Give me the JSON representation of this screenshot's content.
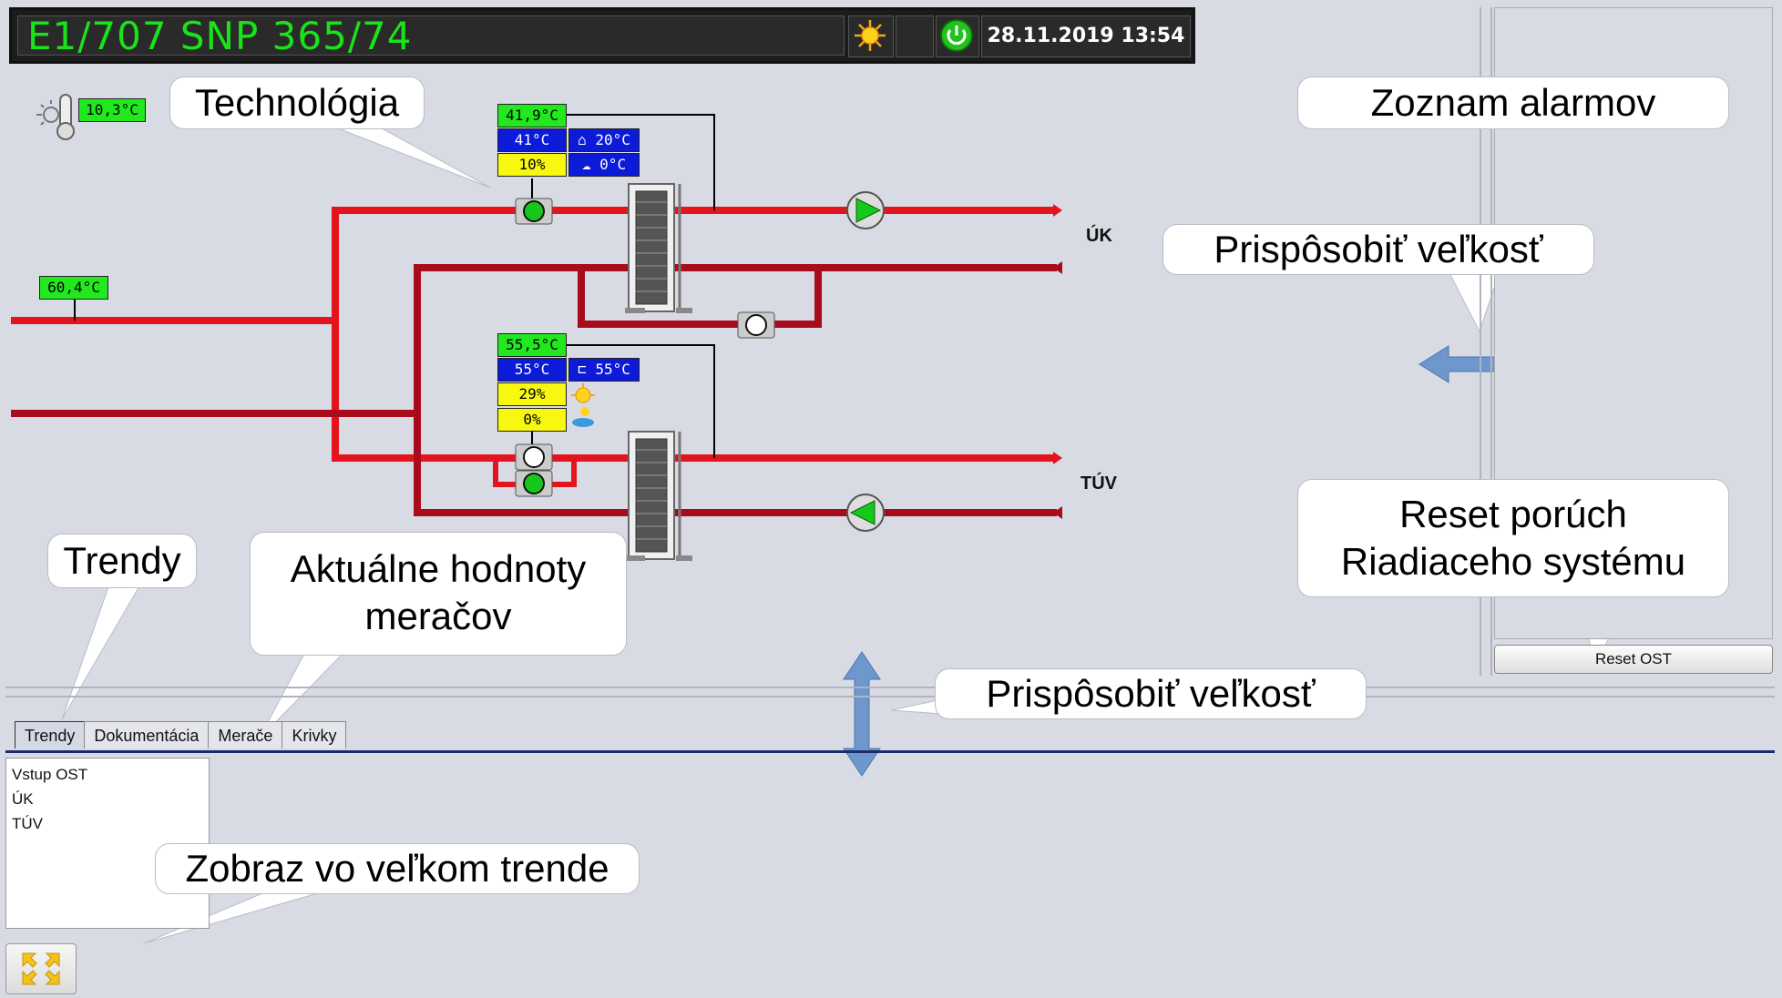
{
  "header": {
    "title": "E1/707 SNP 365/74",
    "datetime": "28.11.2019 13:54",
    "sun_icon": "sun-icon",
    "power_icon": "power-icon"
  },
  "outdoor": {
    "temperature": "10,3°C"
  },
  "inlet": {
    "temperature": "60,4°C"
  },
  "uk": {
    "label": "ÚK",
    "supply_temp": "41,9°C",
    "setpoint": "41°C",
    "room_temp": "20°C",
    "outdoor_temp": "0°C",
    "valve_opening": "10%"
  },
  "tuv": {
    "label": "TÚV",
    "supply_temp": "55,5°C",
    "setpoint": "55°C",
    "tank_temp": "55°C",
    "valve_opening_1": "29%",
    "valve_opening_2": "0%"
  },
  "alarm": {
    "reset_label": "Reset OST"
  },
  "tabs": [
    "Trendy",
    "Dokumentácia",
    "Merače",
    "Krivky"
  ],
  "trends": [
    "Vstup OST",
    "ÚK",
    "TÚV"
  ],
  "callouts": {
    "technologia": "Technológia",
    "zoznam": "Zoznam alarmov",
    "prisposobit_v": "Prispôsobiť veľkosť",
    "reset_1": "Reset porúch",
    "reset_2": "Riadiaceho systému",
    "trendy": "Trendy",
    "aktualne_1": "Aktuálne hodnoty",
    "aktualne_2": "meračov",
    "prisposobit_h": "Prispôsobiť veľkosť",
    "zobraz": "Zobraz vo veľkom trende"
  },
  "colors": {
    "supply_pipe": "#e4141e",
    "return_pipe": "#a80c1c",
    "status_green": "#22e81f",
    "setpoint_blue": "#0b1bd8",
    "valve_yellow": "#f7f70f",
    "resize_arrow": "#6d97cd"
  }
}
